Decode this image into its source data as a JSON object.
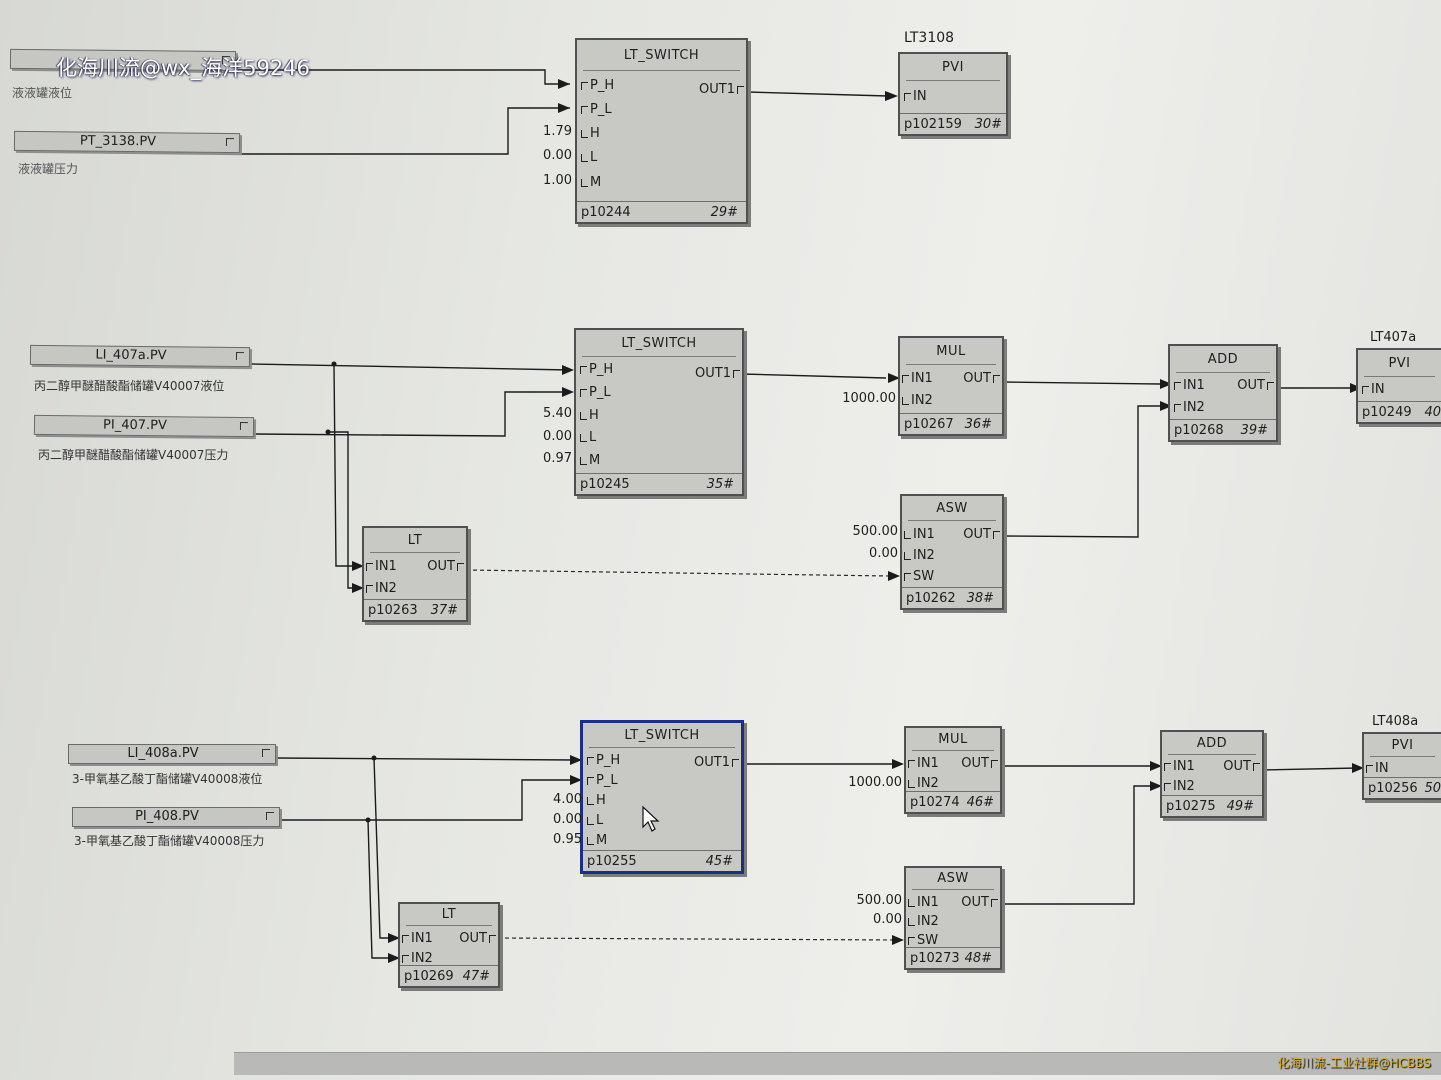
{
  "overlay": {
    "watermark_top": "化海川流@wx_海洋59246",
    "watermark_bottom": "化海川流-工业社群@HCBBS"
  },
  "floating_labels": {
    "lt3108": "LT3108",
    "lt407a": "LT407a",
    "lt408a": "LT408a"
  },
  "inputs": {
    "top1": {
      "tag": "",
      "desc": "液液罐液位"
    },
    "top2": {
      "tag": "PT_3138.PV",
      "desc": "液液罐压力"
    },
    "li407": {
      "tag": "LI_407a.PV",
      "desc": "丙二醇甲醚醋酸酯储罐V40007液位"
    },
    "pi407": {
      "tag": "PI_407.PV",
      "desc": "丙二醇甲醚醋酸酯储罐V40007压力"
    },
    "li408": {
      "tag": "LI_408a.PV",
      "desc": "3-甲氧基乙酸丁酯储罐V40008液位"
    },
    "pi408": {
      "tag": "PI_408.PV",
      "desc": "3-甲氧基乙酸丁酯储罐V40008压力"
    }
  },
  "blocks": {
    "sw1": {
      "title": "LT_SWITCH",
      "ports": {
        "in1": "P_H",
        "in2": "P_L",
        "in3": "H",
        "in4": "L",
        "in5": "M",
        "out": "OUT1"
      },
      "consts": {
        "h": "1.79",
        "l": "0.00",
        "m": "1.00"
      },
      "id": "p10244",
      "seq": "29#"
    },
    "pvi1": {
      "title": "PVI",
      "ports": {
        "in": "IN"
      },
      "id": "p102159",
      "seq": "30#"
    },
    "sw2": {
      "title": "LT_SWITCH",
      "ports": {
        "in1": "P_H",
        "in2": "P_L",
        "in3": "H",
        "in4": "L",
        "in5": "M",
        "out": "OUT1"
      },
      "consts": {
        "h": "5.40",
        "l": "0.00",
        "m": "0.97"
      },
      "id": "p10245",
      "seq": "35#"
    },
    "mul2": {
      "title": "MUL",
      "ports": {
        "in1": "IN1",
        "in2": "IN2",
        "out": "OUT"
      },
      "consts": {
        "in2": "1000.00"
      },
      "id": "p10267",
      "seq": "36#"
    },
    "add2": {
      "title": "ADD",
      "ports": {
        "in1": "IN1",
        "in2": "IN2",
        "out": "OUT"
      },
      "id": "p10268",
      "seq": "39#"
    },
    "pvi2": {
      "title": "PVI",
      "ports": {
        "in": "IN"
      },
      "id": "p10249",
      "seq": "40"
    },
    "lt2": {
      "title": "LT",
      "ports": {
        "in1": "IN1",
        "in2": "IN2",
        "out": "OUT"
      },
      "id": "p10263",
      "seq": "37#"
    },
    "asw2": {
      "title": "ASW",
      "ports": {
        "in1": "IN1",
        "in2": "IN2",
        "sw": "SW",
        "out": "OUT"
      },
      "consts": {
        "in1": "500.00",
        "in2": "0.00"
      },
      "id": "p10262",
      "seq": "38#"
    },
    "sw3": {
      "title": "LT_SWITCH",
      "ports": {
        "in1": "P_H",
        "in2": "P_L",
        "in3": "H",
        "in4": "L",
        "in5": "M",
        "out": "OUT1"
      },
      "consts": {
        "h": "4.00",
        "l": "0.00",
        "m": "0.95"
      },
      "id": "p10255",
      "seq": "45#"
    },
    "mul3": {
      "title": "MUL",
      "ports": {
        "in1": "IN1",
        "in2": "IN2",
        "out": "OUT"
      },
      "consts": {
        "in2": "1000.00"
      },
      "id": "p10274",
      "seq": "46#"
    },
    "add3": {
      "title": "ADD",
      "ports": {
        "in1": "IN1",
        "in2": "IN2",
        "out": "OUT"
      },
      "id": "p10275",
      "seq": "49#"
    },
    "pvi3": {
      "title": "PVI",
      "ports": {
        "in": "IN"
      },
      "id": "p10256",
      "seq": "50"
    },
    "lt3": {
      "title": "LT",
      "ports": {
        "in1": "IN1",
        "in2": "IN2",
        "out": "OUT"
      },
      "id": "p10269",
      "seq": "47#"
    },
    "asw3": {
      "title": "ASW",
      "ports": {
        "in1": "IN1",
        "in2": "IN2",
        "sw": "SW",
        "out": "OUT"
      },
      "consts": {
        "in1": "500.00",
        "in2": "0.00"
      },
      "id": "p10273",
      "seq": "48#"
    }
  },
  "colors": {
    "background": "#e6e7e3",
    "block_fill": "#c8c8c5",
    "selection_border": "#1a2f8a",
    "wire": "#1b1b1b",
    "watermark_bottom": "#d7b020"
  }
}
